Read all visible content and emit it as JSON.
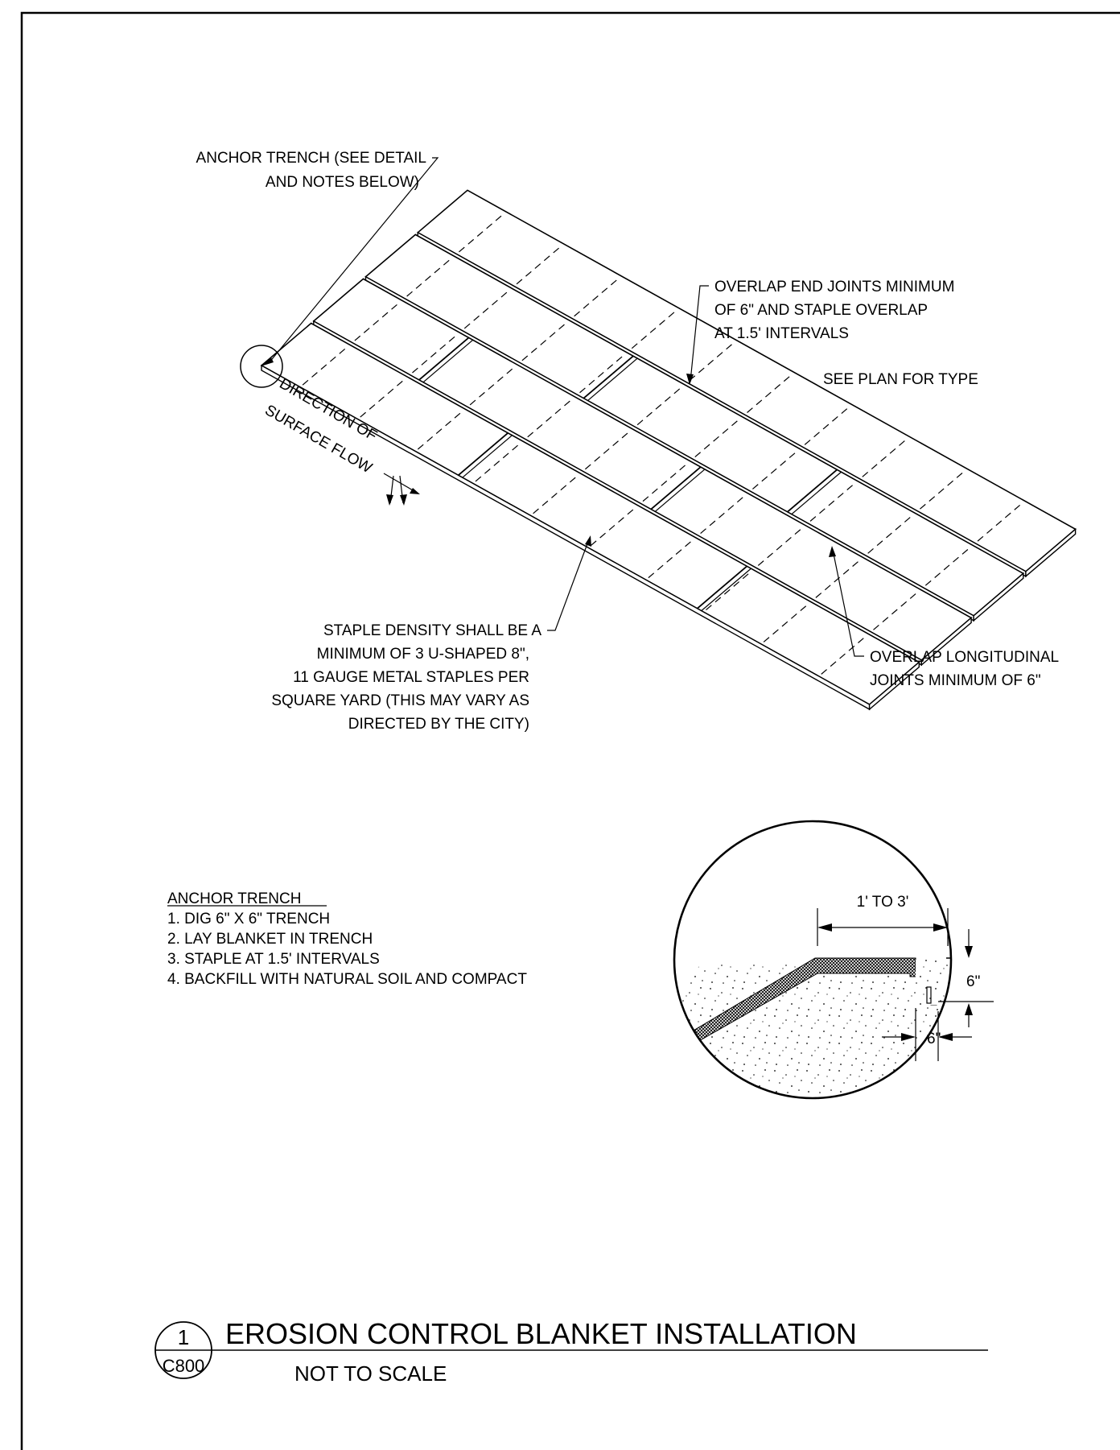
{
  "callouts": {
    "anchor_trench": [
      "ANCHOR TRENCH (SEE DETAIL",
      "AND NOTES BELOW)"
    ],
    "overlap_end": [
      "OVERLAP END JOINTS MINIMUM",
      "OF 6\" AND STAPLE OVERLAP",
      "AT 1.5' INTERVALS"
    ],
    "see_plan": "SEE PLAN FOR TYPE",
    "flow_line1": "DIRECTION OF",
    "flow_line2": "SURFACE FLOW",
    "staple_density": [
      "STAPLE DENSITY SHALL BE A",
      "MINIMUM OF 3 U-SHAPED 8\",",
      "11 GAUGE METAL STAPLES PER",
      "SQUARE YARD (THIS MAY VARY AS",
      "DIRECTED BY THE CITY)"
    ],
    "overlap_long": [
      "OVERLAP LONGITUDINAL",
      "JOINTS MINIMUM OF 6\""
    ]
  },
  "notes": {
    "heading": "ANCHOR TRENCH",
    "items": [
      "1. DIG 6\" X 6\" TRENCH",
      "2. LAY BLANKET IN TRENCH",
      "3. STAPLE AT 1.5' INTERVALS",
      "4. BACKFILL WITH NATURAL SOIL AND COMPACT"
    ]
  },
  "detail": {
    "width_dim": "1' TO 3'",
    "depth_dim": "6\"",
    "trench_width_dim": "6\""
  },
  "title_block": {
    "detail_number": "1",
    "sheet_number": "C800",
    "title": "EROSION CONTROL BLANKET INSTALLATION",
    "scale": "NOT TO SCALE"
  }
}
